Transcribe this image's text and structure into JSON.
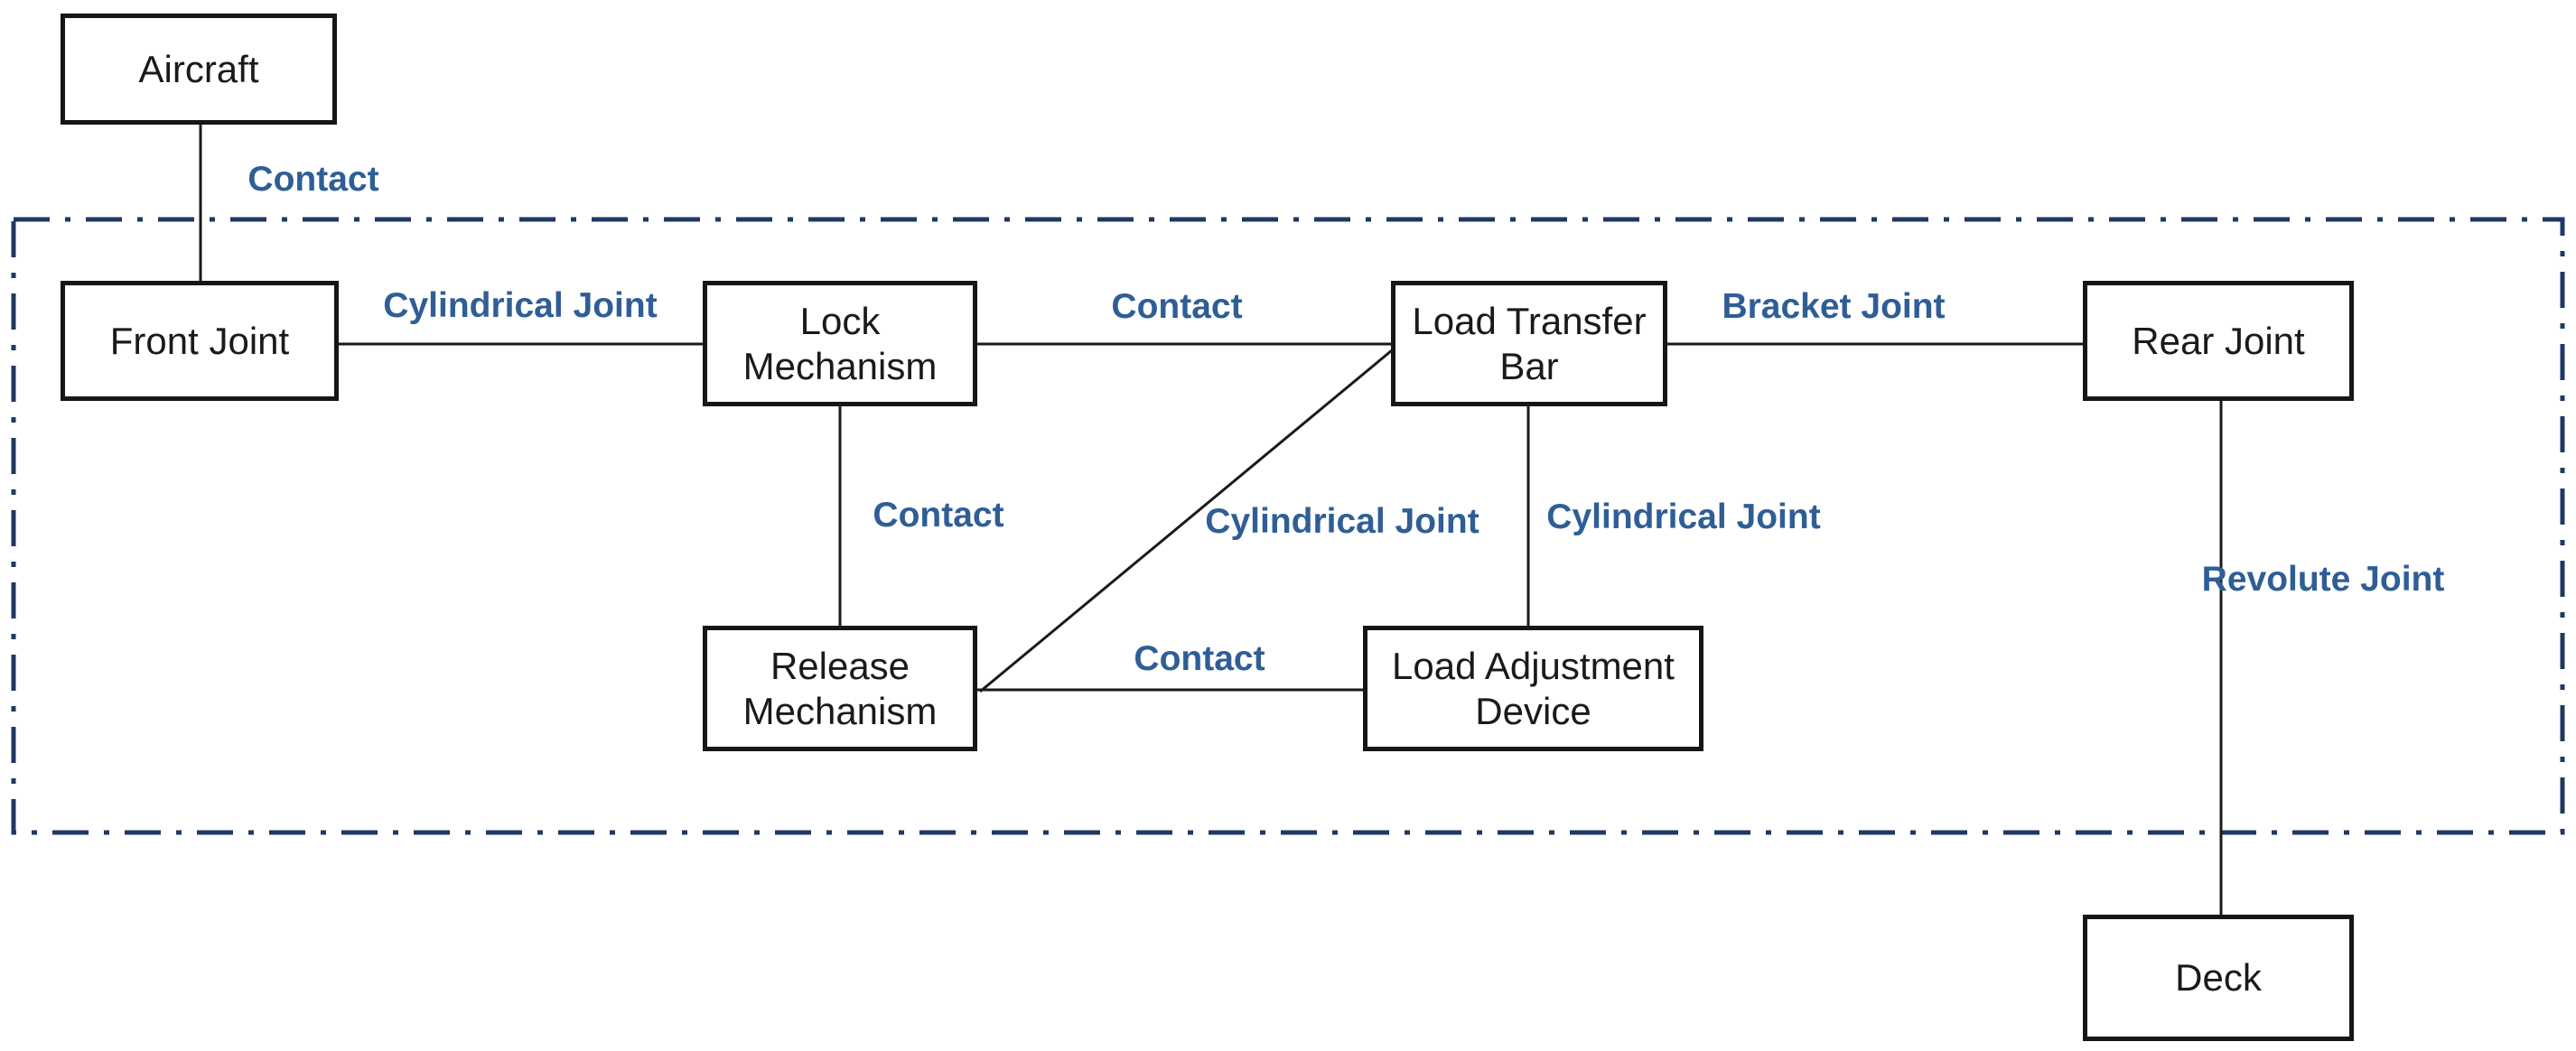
{
  "diagram": {
    "nodes": {
      "aircraft": {
        "label": "Aircraft"
      },
      "front_joint": {
        "label": "Front Joint"
      },
      "lock_mechanism": {
        "label": "Lock\nMechanism"
      },
      "load_transfer_bar": {
        "label": "Load Transfer\nBar"
      },
      "rear_joint": {
        "label": "Rear Joint"
      },
      "release_mechanism": {
        "label": "Release\nMechanism"
      },
      "load_adjustment_device": {
        "label": "Load Adjustment\nDevice"
      },
      "deck": {
        "label": "Deck"
      }
    },
    "edges": [
      {
        "from": "Aircraft",
        "to": "Front Joint",
        "label": "Contact"
      },
      {
        "from": "Front Joint",
        "to": "Lock Mechanism",
        "label": "Cylindrical Joint"
      },
      {
        "from": "Lock Mechanism",
        "to": "Load Transfer Bar",
        "label": "Contact"
      },
      {
        "from": "Load Transfer Bar",
        "to": "Rear Joint",
        "label": "Bracket Joint"
      },
      {
        "from": "Lock Mechanism",
        "to": "Release Mechanism",
        "label": "Contact"
      },
      {
        "from": "Release Mechanism",
        "to": "Load Transfer Bar",
        "label": "Cylindrical Joint"
      },
      {
        "from": "Load Transfer Bar",
        "to": "Load Adjustment Device",
        "label": "Cylindrical Joint"
      },
      {
        "from": "Release Mechanism",
        "to": "Load Adjustment Device",
        "label": "Contact"
      },
      {
        "from": "Rear Joint",
        "to": "Deck",
        "label": "Revolute Joint"
      }
    ],
    "colors": {
      "edge_label": "#2F5E96",
      "system_boundary": "#1F3864",
      "node_border": "#161616",
      "connector": "#1a1a1a",
      "background": "#ffffff"
    }
  }
}
